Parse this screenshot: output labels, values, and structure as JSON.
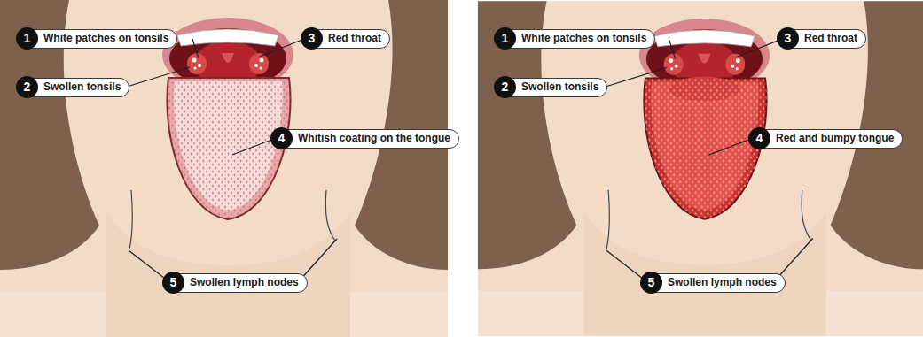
{
  "diagram": {
    "nodes": [
      {
        "text": [
          "1",
          "White patches on tonsils"
        ]
      },
      {
        "text": [
          "3",
          "Red throat"
        ]
      },
      {
        "text": [
          "2",
          "Swollen tonsils"
        ]
      },
      {
        "text": [
          "4",
          "Whitish coating on the tongue"
        ]
      },
      {
        "text": [
          "5",
          "Swollen lymph nodes"
        ]
      },
      {
        "text": [
          "1",
          "White patches on tonsils"
        ]
      },
      {
        "text": [
          "3",
          "Red throat"
        ]
      },
      {
        "text": [
          "2",
          "Swollen tonsils"
        ]
      },
      {
        "text": [
          "4",
          "Red and bumpy tongue"
        ]
      },
      {
        "text": [
          "5",
          "Swollen lymph nodes"
        ]
      }
    ]
  }
}
